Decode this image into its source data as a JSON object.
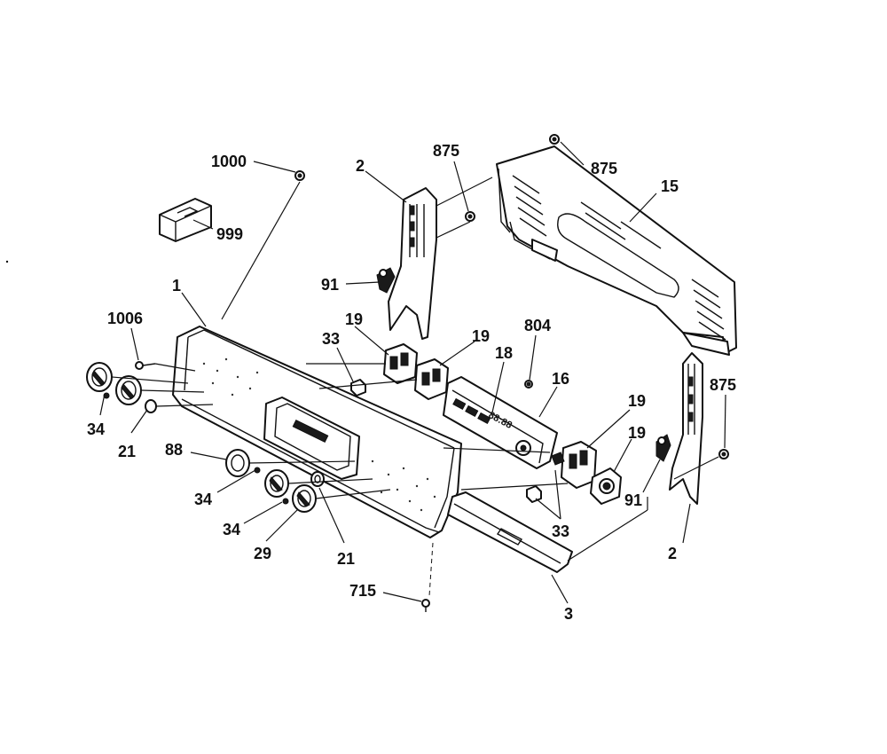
{
  "labels": {
    "p1000": "1000",
    "p999": "999",
    "p2_top": "2",
    "p875_top": "875",
    "p875_right_top": "875",
    "p15": "15",
    "p91_left": "91",
    "p1": "1",
    "p1006": "1006",
    "p19_a": "19",
    "p19_b": "19",
    "p33_top": "33",
    "p804": "804",
    "p18": "18",
    "p16": "16",
    "p875_right": "875",
    "p34_a": "34",
    "p21_a": "21",
    "p88": "88",
    "p19_c": "19",
    "p19_d": "19",
    "p34_b": "34",
    "p91_right": "91",
    "p34_c": "34",
    "p33_bottom": "33",
    "p29": "29",
    "p21_b": "21",
    "p2_bottom": "2",
    "p715": "715",
    "p3": "3"
  },
  "display": {
    "clock_digits": "88:88"
  }
}
